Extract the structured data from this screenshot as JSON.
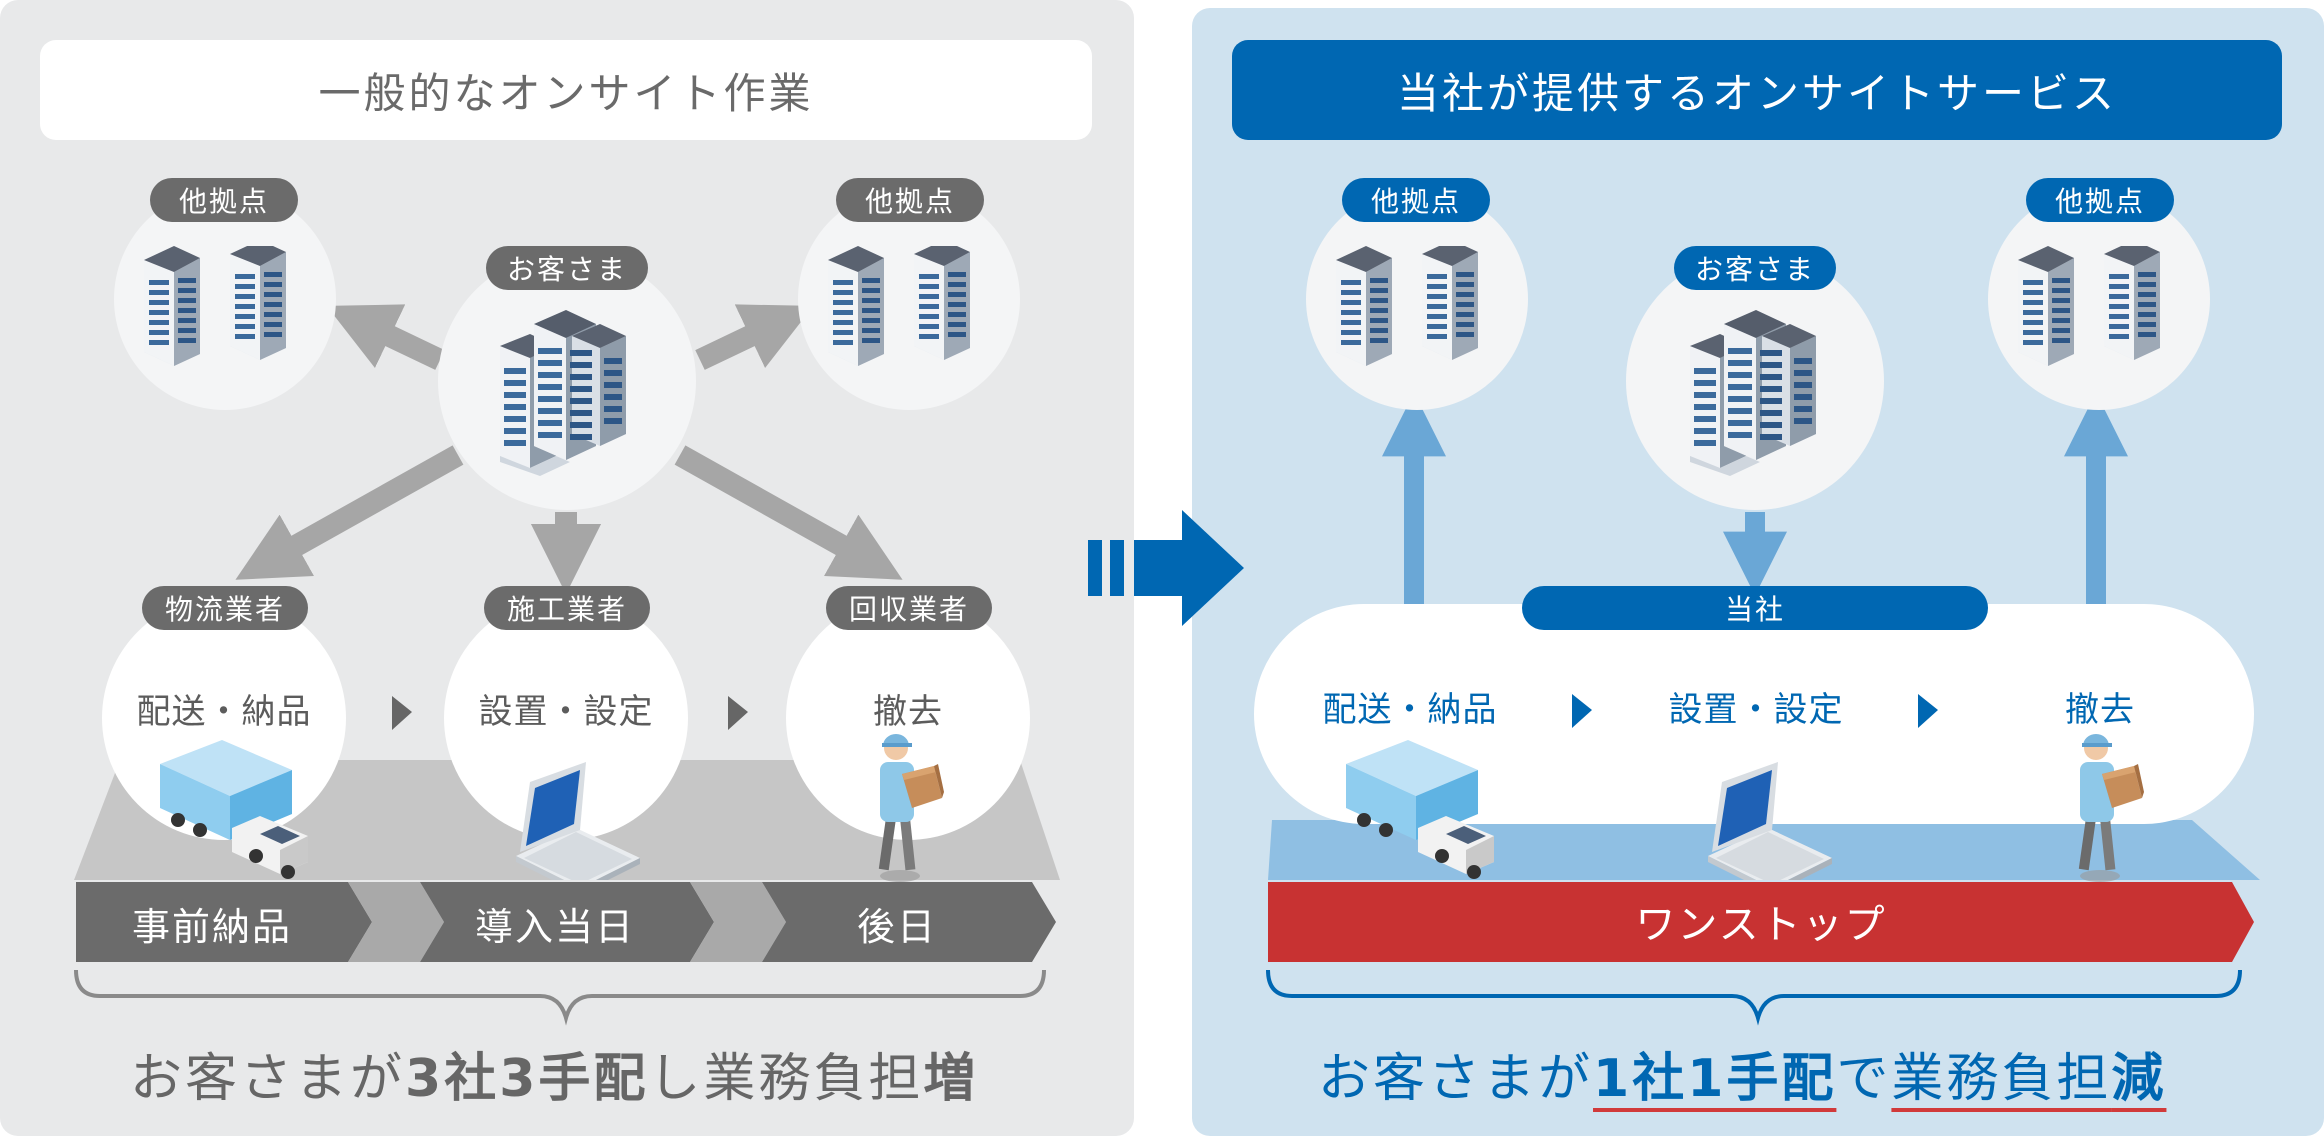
{
  "left": {
    "title": "一般的なオンサイト作業",
    "nodes": {
      "branch_left": "他拠点",
      "customer": "お客さま",
      "branch_right": "他拠点",
      "logistics": "物流業者",
      "construction": "施工業者",
      "recovery": "回収業者"
    },
    "tasks": {
      "delivery": "配送・納品",
      "setup": "設置・設定",
      "removal": "撤去"
    },
    "phases": [
      "事前納品",
      "導入当日",
      "後日"
    ],
    "summary": {
      "pre": "お客さまが",
      "strong1": "3社3手配",
      "mid": "し業務負担",
      "strong2": "増"
    }
  },
  "right": {
    "title": "当社が提供するオンサイトサービス",
    "nodes": {
      "branch_left": "他拠点",
      "customer": "お客さま",
      "branch_right": "他拠点",
      "company": "当社"
    },
    "tasks": {
      "delivery": "配送・納品",
      "setup": "設置・設定",
      "removal": "撤去"
    },
    "band": "ワンストップ",
    "summary": {
      "pre": "お客さまが",
      "strong1": "1社1手配",
      "mid": "で",
      "strong2a": "業務負担",
      "strong2b": "減"
    }
  },
  "colors": {
    "left_panel": "#e8e9ea",
    "right_panel": "#cfe2ef",
    "brand_blue": "#0067b2",
    "accent_red": "#c83232",
    "gray_pill": "#6b6b6b"
  }
}
